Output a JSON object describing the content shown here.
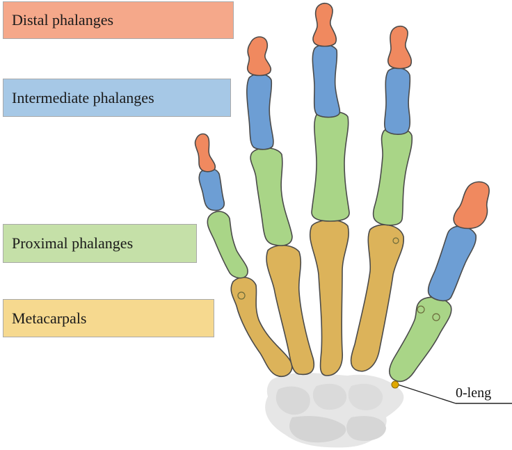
{
  "legend": [
    {
      "label": "Distal phalanges",
      "color": "#f5a88a"
    },
    {
      "label": "Intermediate phalanges",
      "color": "#a6c8e6"
    },
    {
      "label": "Proximal phalanges",
      "color": "#c5e0a8"
    },
    {
      "label": "Metacarpals",
      "color": "#f6d98f"
    }
  ],
  "bone_colors": {
    "distal": "#f0895f",
    "intermediate": "#6d9ed4",
    "proximal": "#a9d587",
    "metacarpal": "#dcb35a",
    "carpal": "#e4e4e4",
    "outline": "#4a4a4a"
  },
  "callout": {
    "text": "0-leng"
  }
}
